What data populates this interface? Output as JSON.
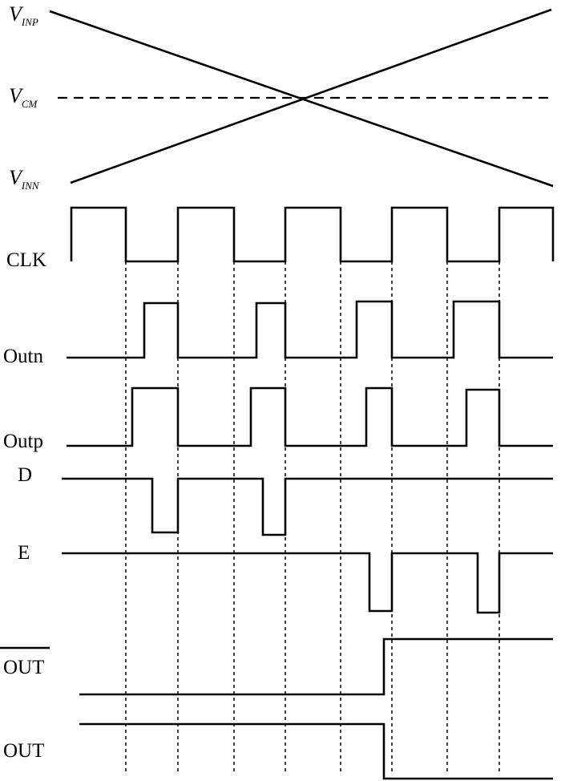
{
  "labels": {
    "v_inp_main": "V",
    "v_inp_sub": "INP",
    "v_cm_main": "V",
    "v_cm_sub": "CM",
    "v_inn_main": "V",
    "v_inn_sub": "INN",
    "clk": "CLK",
    "outn": "Outn",
    "outp": "Outp",
    "d": "D",
    "e": "E",
    "out_bar": "OUT",
    "out": "OUT"
  },
  "colors": {
    "line": "#000000",
    "background": "#ffffff"
  }
}
